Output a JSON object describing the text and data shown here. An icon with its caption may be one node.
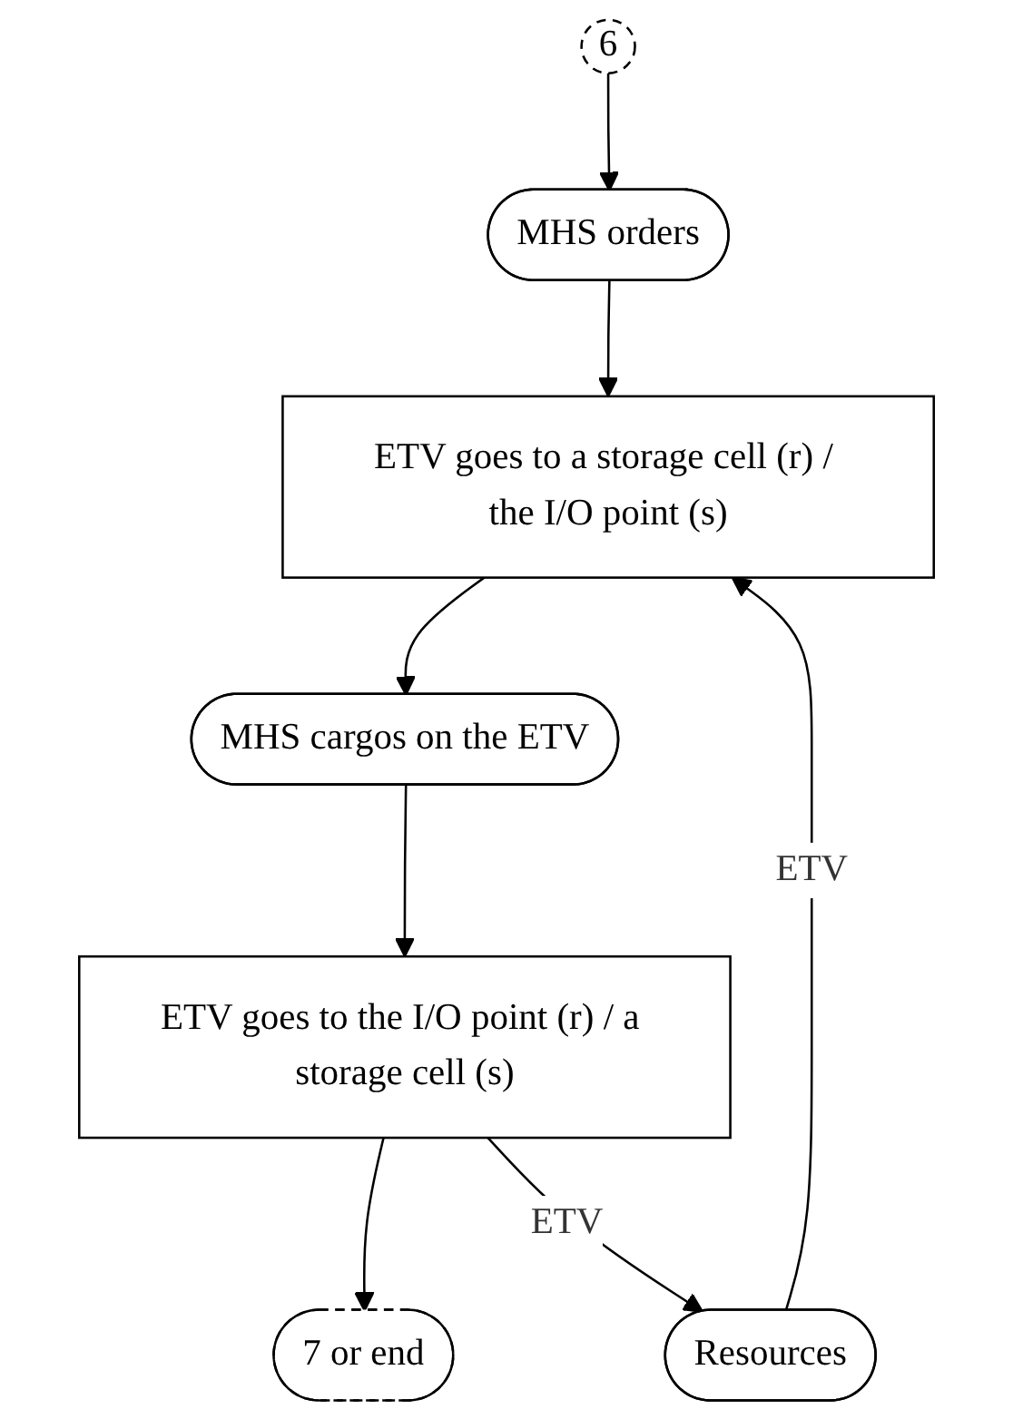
{
  "diagram": {
    "nodes": [
      {
        "text": [
          "6"
        ]
      },
      {
        "text": [
          "MHS orders"
        ]
      },
      {
        "text": [
          "ETV goes to a storage cell (r) / the I/O point (s)"
        ]
      },
      {
        "text": [
          "MHS cargos on the ETV"
        ]
      },
      {
        "text": [
          "ETV goes to the I/O point (r) / a storage cell (s)"
        ]
      },
      {
        "text": [
          "7 or end"
        ]
      },
      {
        "text": [
          "Resources"
        ]
      }
    ],
    "edges": [
      {
        "from": 0,
        "to": 1,
        "arrow": "to"
      },
      {
        "from": 1,
        "to": 2,
        "arrow": "to"
      },
      {
        "from": 2,
        "to": 3,
        "arrow": "to"
      },
      {
        "from": 3,
        "to": 4,
        "arrow": "to"
      },
      {
        "from": 4,
        "to": 5,
        "arrow": "to"
      },
      {
        "from": 6,
        "to": 2,
        "arrow": "to",
        "label": "ETV"
      },
      {
        "from": 4,
        "to": 6,
        "arrow": "to",
        "label": "ETV"
      }
    ]
  }
}
